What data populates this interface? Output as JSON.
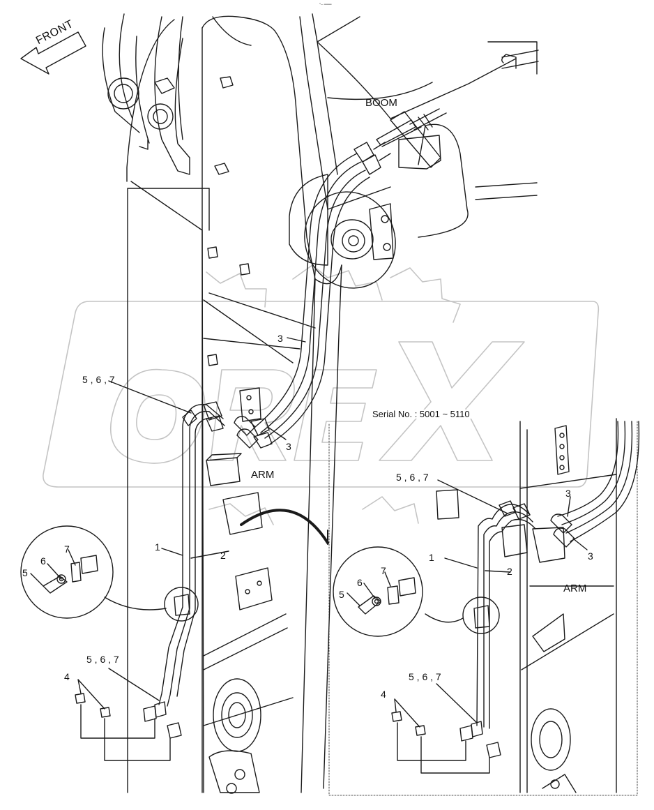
{
  "header": {
    "page_mark": "°─ ═══"
  },
  "direction": {
    "front": "FRONT"
  },
  "main_view": {
    "boom": "BOOM",
    "arm": "ARM",
    "callouts": {
      "c3_upper": "3",
      "c3_lower": "3",
      "c567_upper": "5 , 6 , 7",
      "c567_lower": "5 , 6 , 7",
      "c1": "1",
      "c2": "2",
      "c4": "4",
      "c5": "5",
      "c6": "6",
      "c7": "7"
    }
  },
  "serial_view": {
    "serial": "Serial No. : 5001 ~ 5110",
    "arm": "ARM",
    "callouts": {
      "c3_upper": "3",
      "c3_lower": "3",
      "c567_upper": "5 , 6 , 7",
      "c567_lower": "5 , 6 , 7",
      "c1": "1",
      "c2": "2",
      "c4": "4",
      "c5": "5",
      "c6": "6",
      "c7": "7"
    }
  },
  "watermark": {
    "text": "OREX",
    "color": "#c8c8c8"
  },
  "colors": {
    "line": "#1a1a1a",
    "paper": "#ffffff"
  }
}
